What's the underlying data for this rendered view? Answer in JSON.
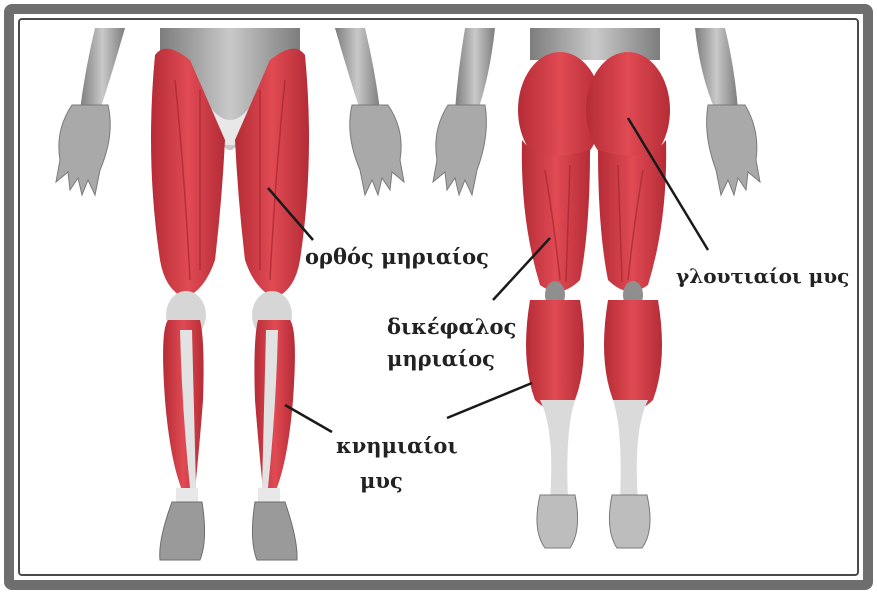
{
  "labels": {
    "rectus_femoris": "ορθός μηριαίος",
    "gluteal": "γλουτιαίοι μυς",
    "biceps_femoris_line1": "δικέφαλος",
    "biceps_femoris_line2": "μηριαίος",
    "tibial_line1": "κνημιαίοι",
    "tibial_line2": "μυς"
  },
  "colors": {
    "muscle": "#d8404a",
    "muscle_dark": "#b32a35",
    "skin": "#bdbdbd",
    "skin_dark": "#8a8a8a",
    "tendon": "#e4e4e4",
    "border": "#6e6e6e",
    "label": "#222222"
  }
}
